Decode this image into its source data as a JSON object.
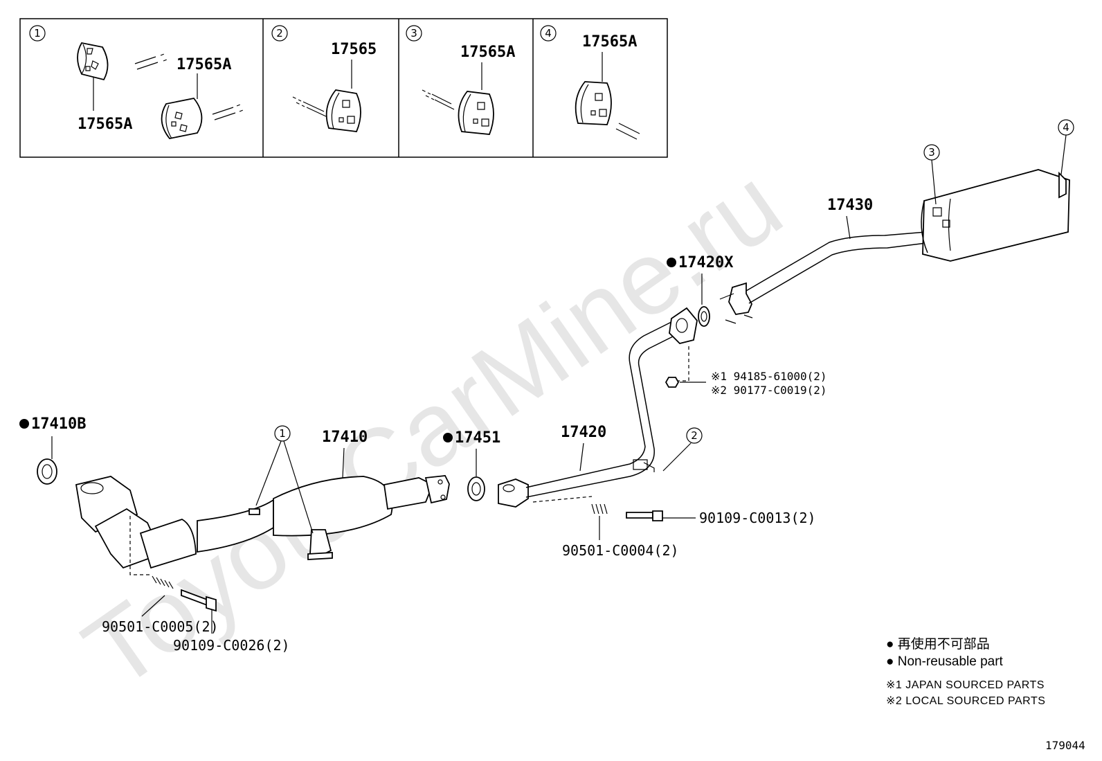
{
  "watermark": "ToyotaCarMine.ru",
  "inset_panels": [
    {
      "index": "1",
      "labels": [
        "17565A",
        "17565A"
      ]
    },
    {
      "index": "2",
      "labels": [
        "17565"
      ]
    },
    {
      "index": "3",
      "labels": [
        "17565A"
      ]
    },
    {
      "index": "4",
      "labels": [
        "17565A"
      ]
    }
  ],
  "callouts": {
    "c1": "1",
    "c2": "2",
    "c3": "3",
    "c4": "4"
  },
  "parts": {
    "p17410B": "17410B",
    "p17410": "17410",
    "p17451": "17451",
    "p17420": "17420",
    "p17420X": "17420X",
    "p17430": "17430",
    "p90501_c0005": "90501-C0005(2)",
    "p90109_c0026": "90109-C0026(2)",
    "p90501_c0004": "90501-C0004(2)",
    "p90109_c0013": "90109-C0013(2)",
    "note1": "※1 94185-61000(2)",
    "note2": "※2 90177-C0019(2)"
  },
  "legend": {
    "jp": "● 再使用不可部品",
    "en": "● Non-reusable part",
    "src1": "※1  JAPAN SOURCED PARTS",
    "src2": "※2  LOCAL SOURCED PARTS"
  },
  "diagram_id": "179044"
}
